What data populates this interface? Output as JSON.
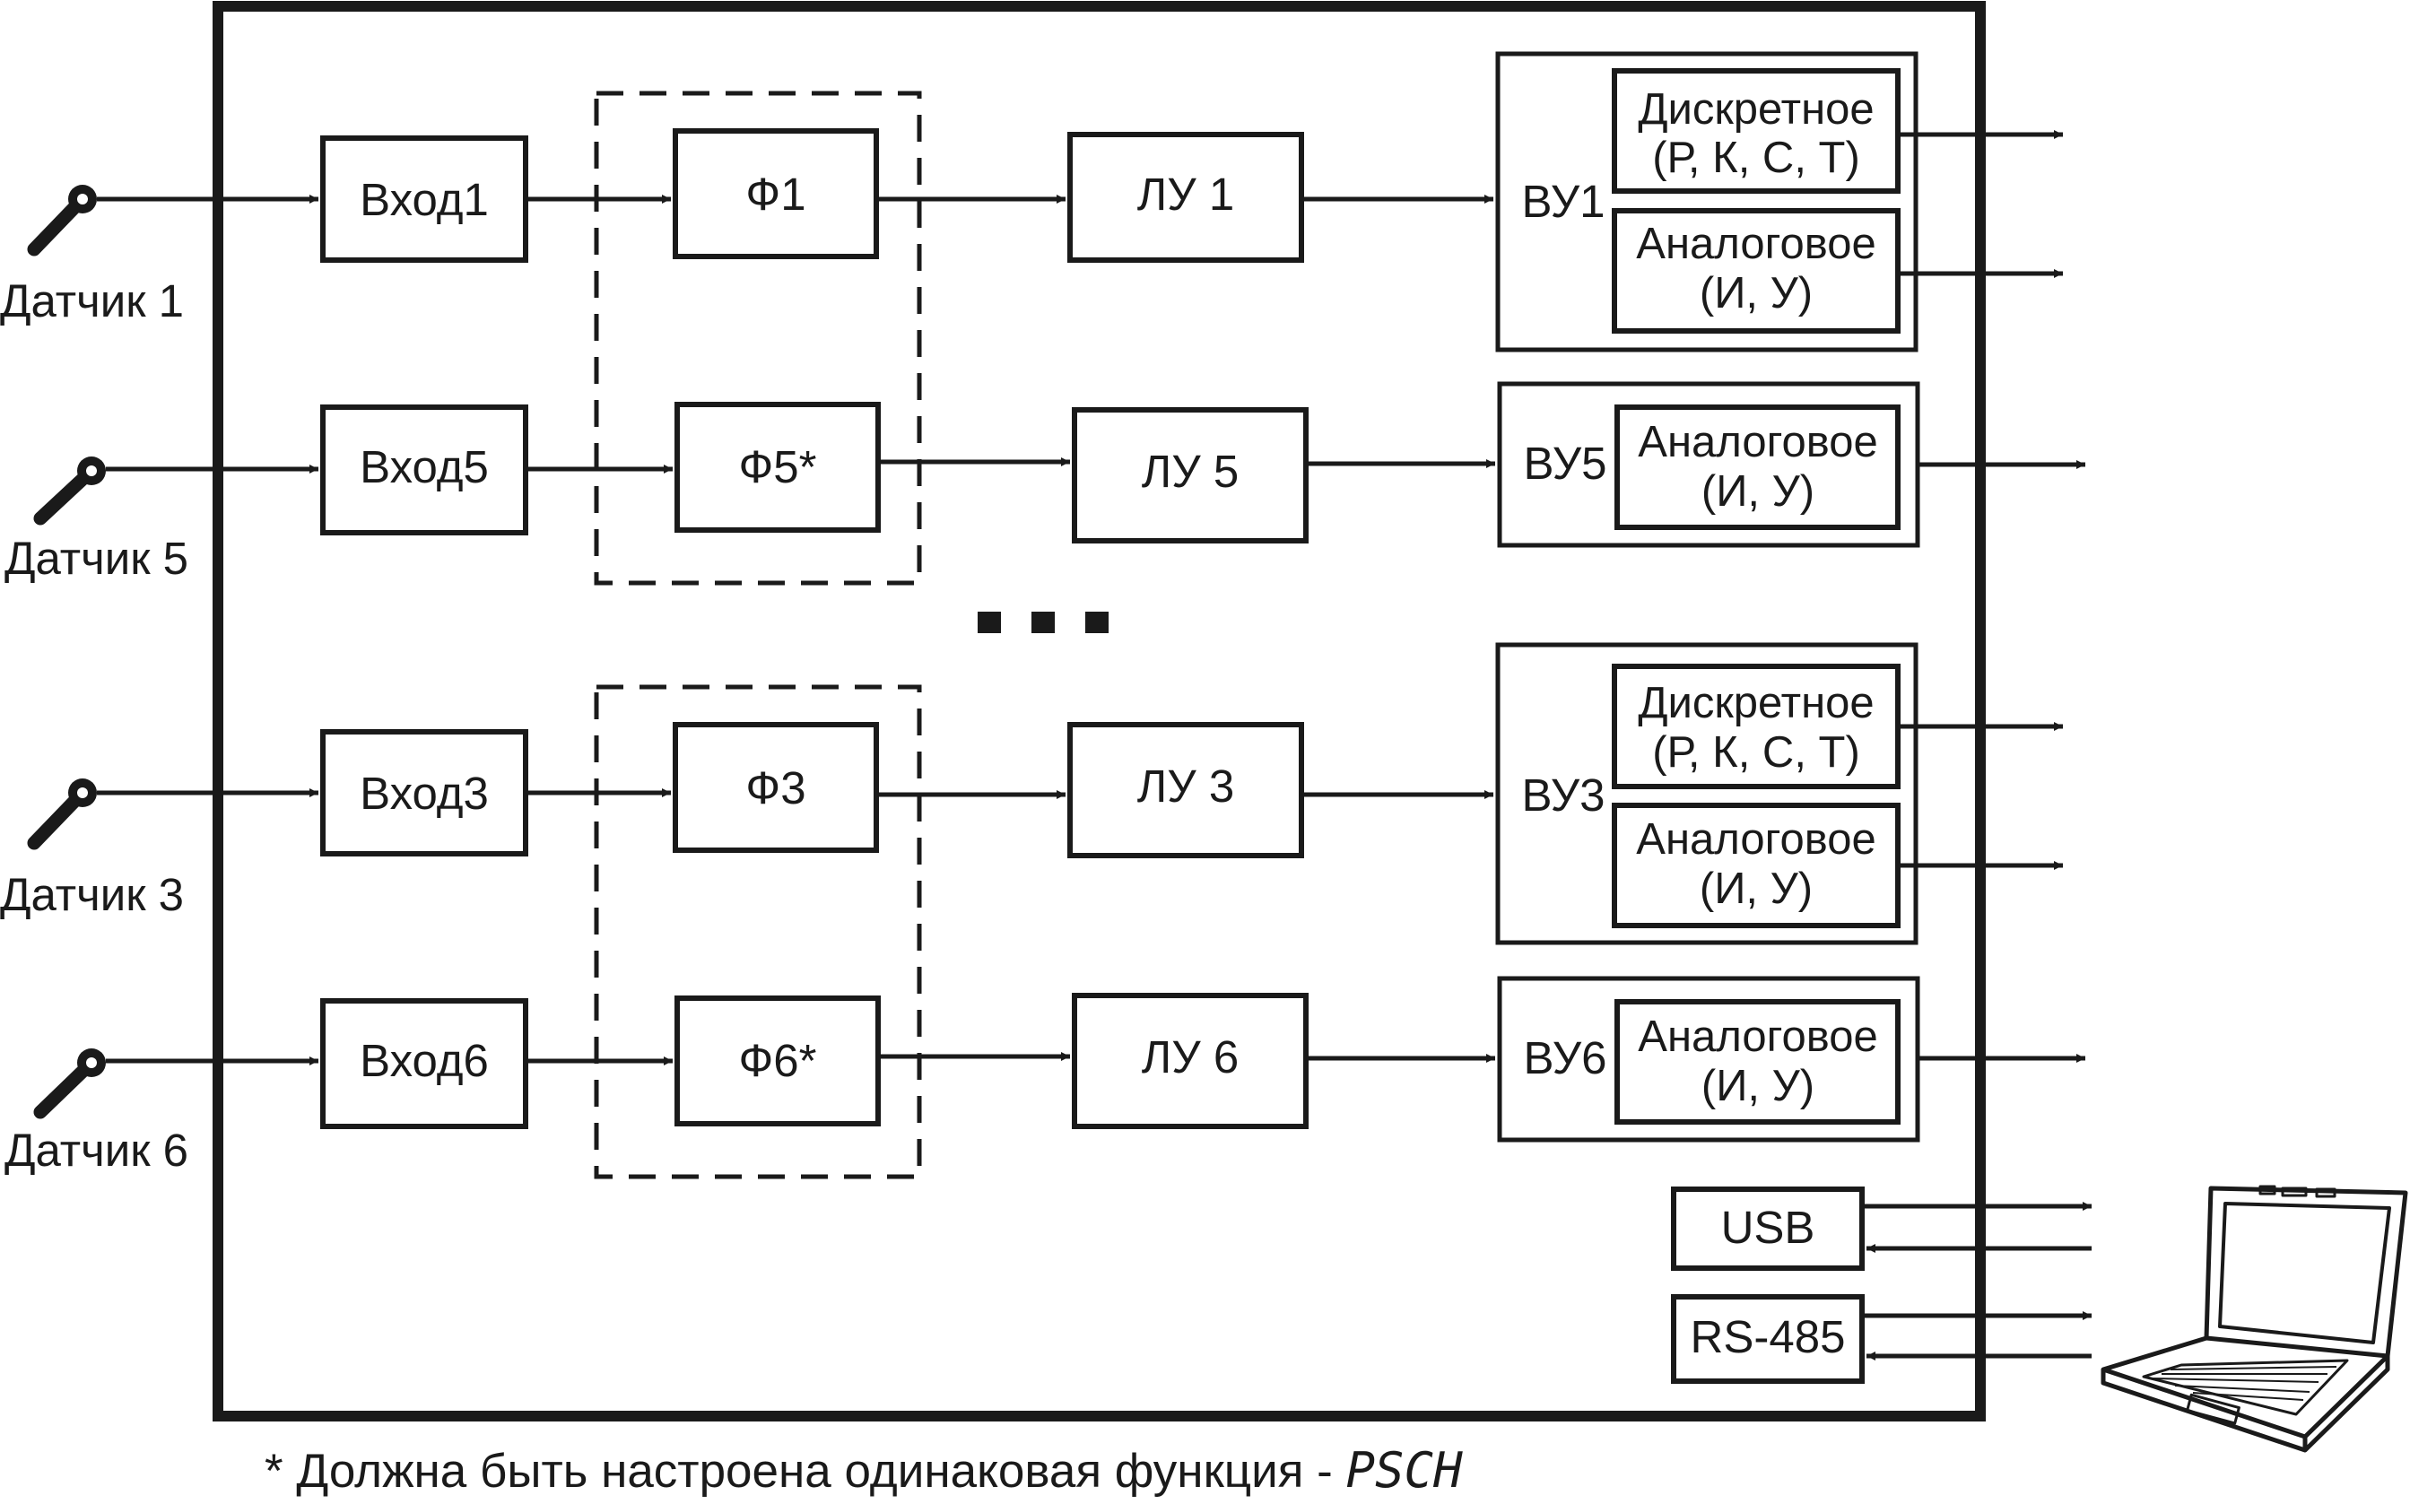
{
  "sensors": [
    "Датчик 1",
    "Датчик 5",
    "Датчик 3",
    "Датчик 6"
  ],
  "inputs": [
    "Вход1",
    "Вход5",
    "Вход3",
    "Вход6"
  ],
  "functions": [
    "Ф1",
    "Ф5*",
    "Ф3",
    "Ф6*"
  ],
  "logic_units": [
    "ЛУ 1",
    "ЛУ 5",
    "ЛУ 3",
    "ЛУ 6"
  ],
  "output_units": [
    "ВУ1",
    "ВУ5",
    "ВУ3",
    "ВУ6"
  ],
  "output_types": {
    "discrete_title": "Дискретное",
    "discrete_sub": "(Р, К, С, Т)",
    "analog_title": "Аналоговое",
    "analog_sub": "(И, У)"
  },
  "interfaces": [
    "USB",
    "RS-485"
  ],
  "footnote": {
    "text": "* Должна быть настроена одинаковая функция - ",
    "code": "PSCH"
  },
  "colors": {
    "stroke": "#1a1a1a",
    "background": "#ffffff"
  }
}
